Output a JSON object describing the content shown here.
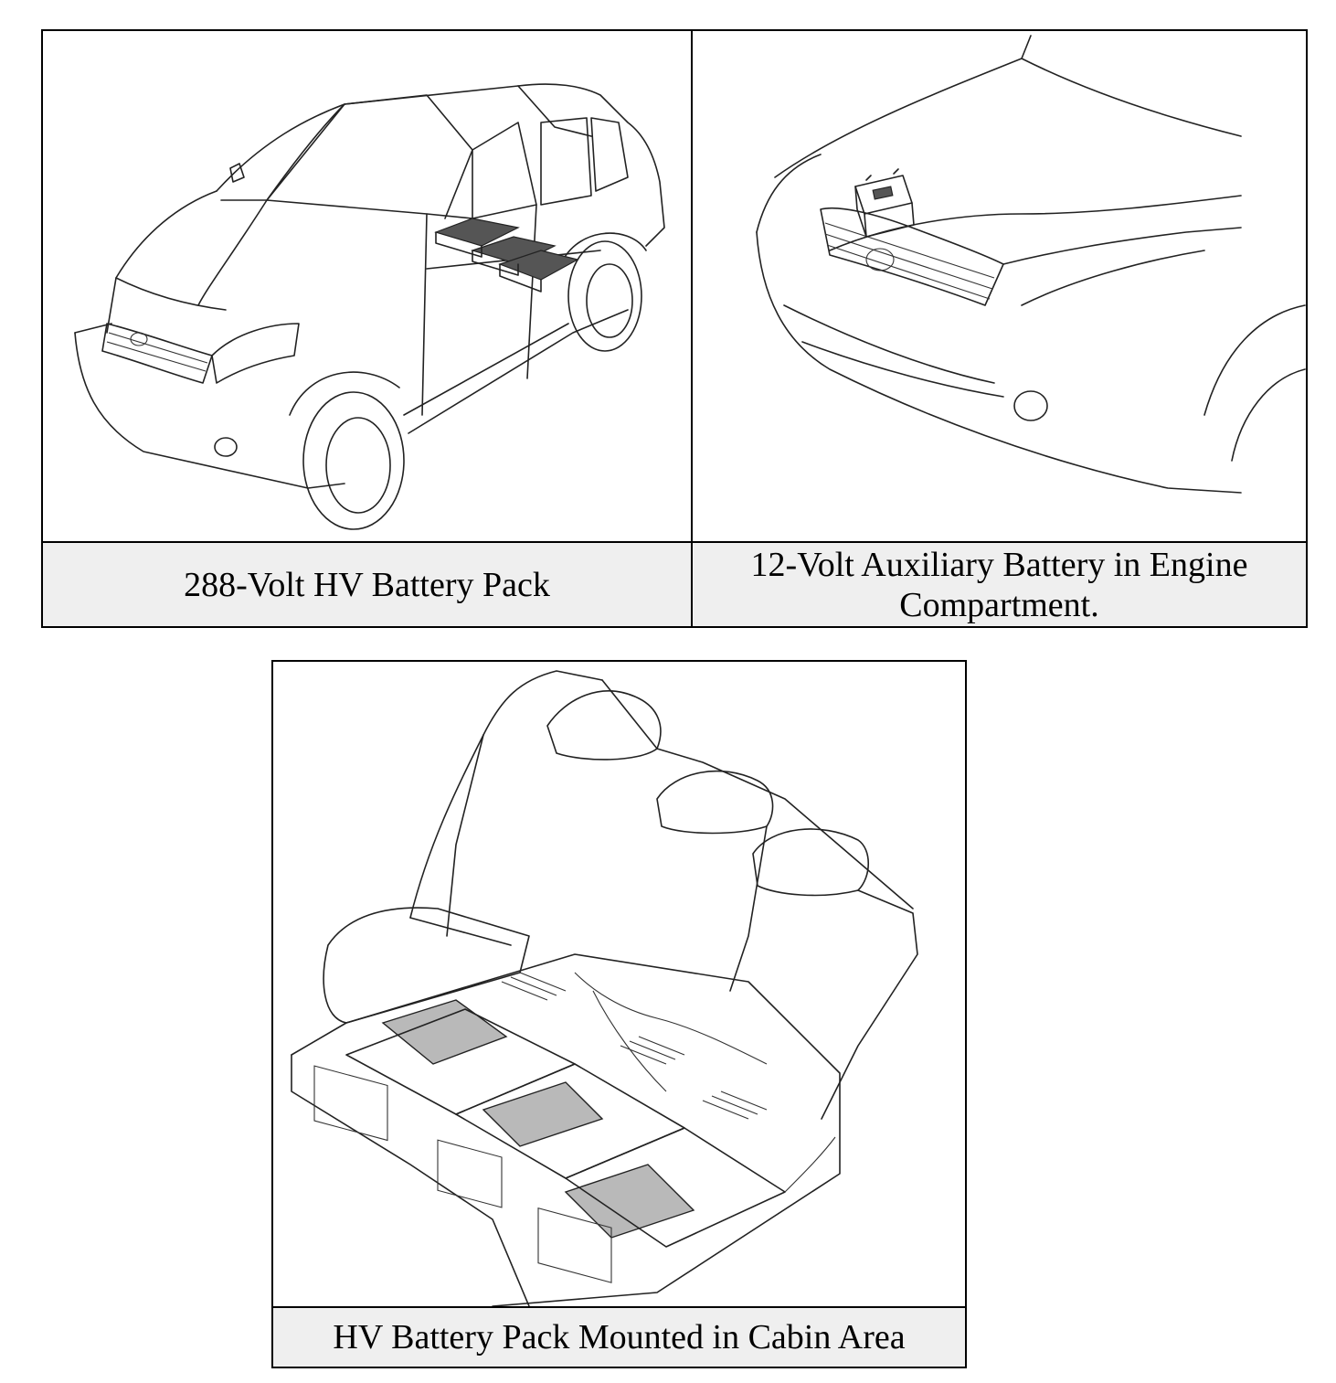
{
  "figures": {
    "hv_pack": {
      "caption": "288-Volt HV Battery Pack",
      "illustration": "suv-with-hv-battery-line-drawing"
    },
    "aux_battery": {
      "caption": "12-Volt Auxiliary Battery in Engine Compartment.",
      "illustration": "suv-front-with-12v-battery-line-drawing"
    },
    "cabin_mount": {
      "caption": "HV Battery Pack Mounted in Cabin Area",
      "illustration": "rear-seat-with-battery-modules-line-drawing"
    }
  }
}
